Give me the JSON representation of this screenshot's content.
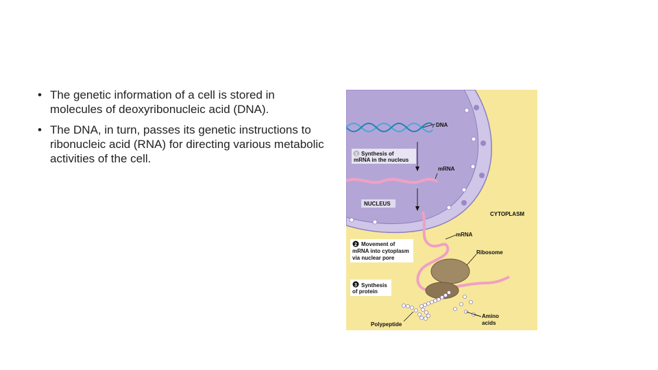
{
  "bullets": [
    {
      "marker": "•",
      "text": "The genetic information of a cell is stored in molecules of deoxyribonucleic acid (DNA)."
    },
    {
      "marker": "•",
      "text": "The DNA, in turn, passes its genetic instructions to ribonucleic acid (RNA) for directing various metabolic activities of the cell."
    }
  ],
  "figure": {
    "colors": {
      "cytoplasm": "#f7e79a",
      "nucleus": "#b8abd8",
      "nucleus_edge": "#8c7fbf",
      "mrna": "#f0a0c4",
      "dna": "#4aa8d8",
      "ribosome": "#a08a66"
    },
    "labels": {
      "dna": "DNA",
      "step1_number": "1",
      "step1_line1": "Synthesis of",
      "step1_line2": "mRNA in the nucleus",
      "mrna_nucleus": "mRNA",
      "nucleus": "NUCLEUS",
      "cytoplasm": "CYTOPLASM",
      "mrna_cytoplasm": "mRNA",
      "step2_number": "2",
      "step2_line1": "Movement of",
      "step2_line2": "mRNA into cytoplasm",
      "step2_line3": "via nuclear pore",
      "ribosome": "Ribosome",
      "step3_number": "3",
      "step3_line1": "Synthesis",
      "step3_line2": "of protein",
      "polypeptide": "Polypeptide",
      "amino_line1": "Amino",
      "amino_line2": "acids"
    }
  }
}
